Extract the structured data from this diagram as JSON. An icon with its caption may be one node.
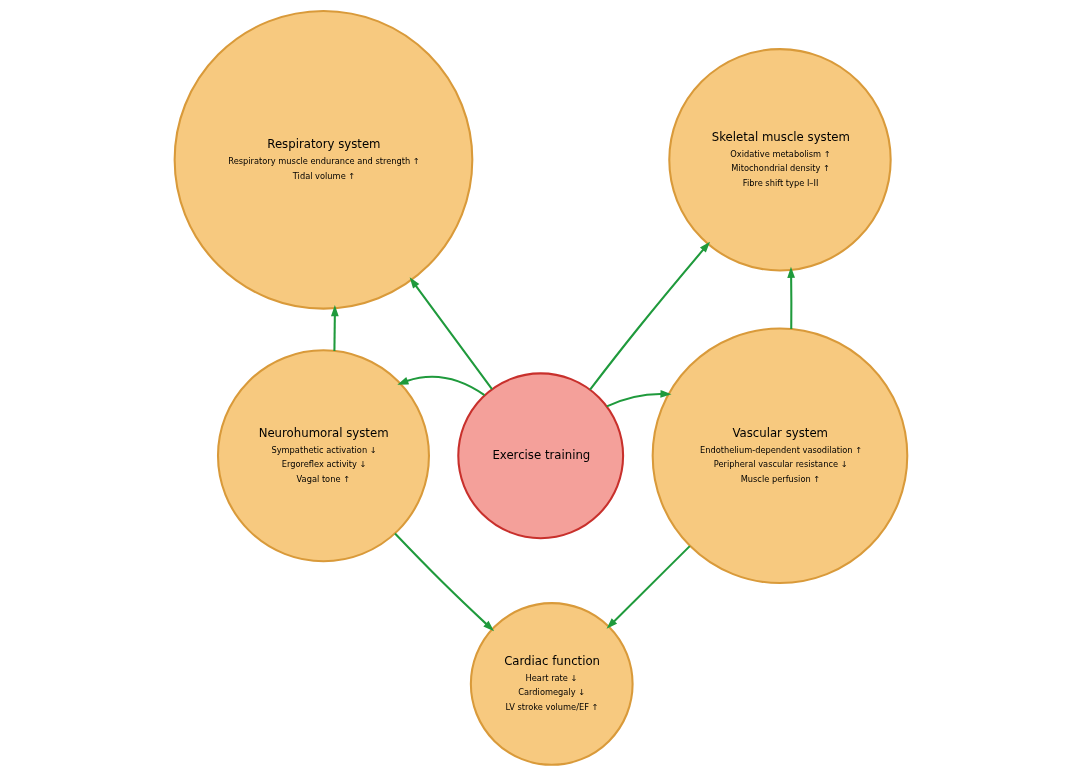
{
  "diagram": {
    "nodes": [
      {
        "text": [
          "Respiratory system",
          "Respiratory muscle endurance and strength ↑",
          "Tidal volume ↑"
        ]
      },
      {
        "text": [
          "Skeletal muscle system",
          "Oxidative metabolism ↑",
          "Mitochondrial density ↑",
          "Fibre shift type I–II"
        ]
      },
      {
        "text": [
          "Exercise training"
        ]
      },
      {
        "text": [
          "Neurohumoral system",
          "Sympathetic activation ↓",
          "Ergoreflex activity ↓",
          "Vagal tone ↑"
        ]
      },
      {
        "text": [
          "Vascular system",
          "Endothelium-dependent vasodilation ↑",
          "Peripheral vascular resistance ↓",
          "Muscle perfusion ↑"
        ]
      },
      {
        "text": [
          "Cardiac function",
          "Heart rate ↓",
          "Cardiomegaly ↓",
          "LV stroke volume/EF ↑"
        ]
      }
    ],
    "edges": [
      {
        "from": 2,
        "to": 0,
        "arrow": "to"
      },
      {
        "from": 2,
        "to": 1,
        "arrow": "to"
      },
      {
        "from": 2,
        "to": 3,
        "arrow": "to"
      },
      {
        "from": 2,
        "to": 4,
        "arrow": "to"
      },
      {
        "from": 3,
        "to": 0,
        "arrow": "to"
      },
      {
        "from": 4,
        "to": 1,
        "arrow": "to"
      },
      {
        "from": 3,
        "to": 5,
        "arrow": "to"
      },
      {
        "from": 4,
        "to": 5,
        "arrow": "to"
      }
    ]
  }
}
